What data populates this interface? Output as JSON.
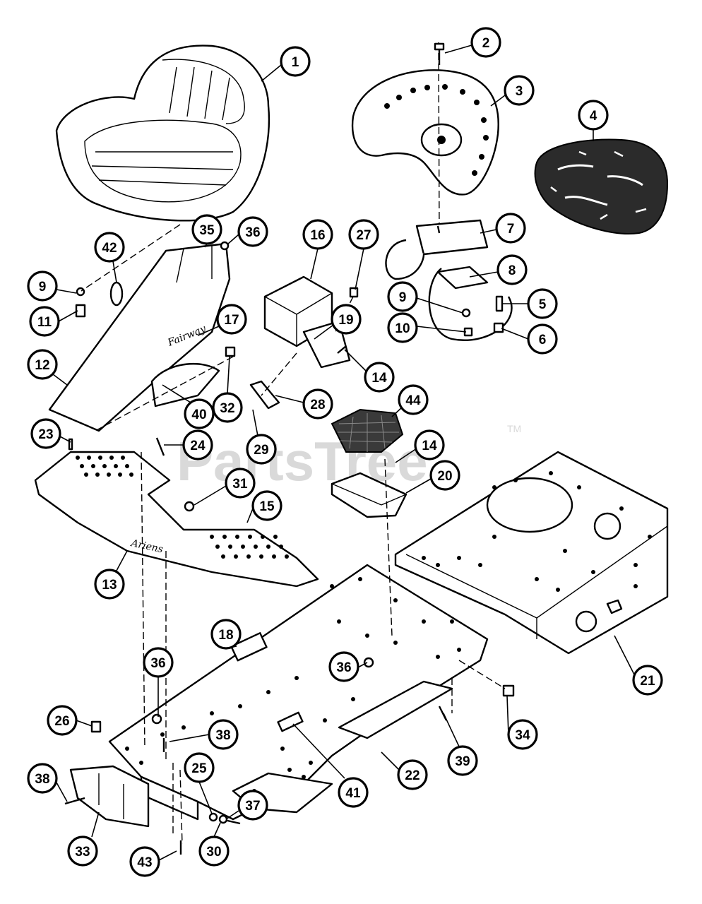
{
  "watermark": {
    "text": "PartsTree",
    "trademark": "TM"
  },
  "decals": {
    "console": "Fairway",
    "footrest": "Ariens"
  },
  "callouts": [
    {
      "label": "1"
    },
    {
      "label": "2"
    },
    {
      "label": "3"
    },
    {
      "label": "4"
    },
    {
      "label": "35"
    },
    {
      "label": "36"
    },
    {
      "label": "42"
    },
    {
      "label": "16"
    },
    {
      "label": "27"
    },
    {
      "label": "7"
    },
    {
      "label": "9"
    },
    {
      "label": "11"
    },
    {
      "label": "17"
    },
    {
      "label": "19"
    },
    {
      "label": "8"
    },
    {
      "label": "9"
    },
    {
      "label": "5"
    },
    {
      "label": "10"
    },
    {
      "label": "6"
    },
    {
      "label": "12"
    },
    {
      "label": "14"
    },
    {
      "label": "40"
    },
    {
      "label": "32"
    },
    {
      "label": "28"
    },
    {
      "label": "44"
    },
    {
      "label": "23"
    },
    {
      "label": "24"
    },
    {
      "label": "29"
    },
    {
      "label": "14"
    },
    {
      "label": "20"
    },
    {
      "label": "31"
    },
    {
      "label": "15"
    },
    {
      "label": "13"
    },
    {
      "label": "18"
    },
    {
      "label": "36"
    },
    {
      "label": "36"
    },
    {
      "label": "21"
    },
    {
      "label": "26"
    },
    {
      "label": "38"
    },
    {
      "label": "34"
    },
    {
      "label": "25"
    },
    {
      "label": "39"
    },
    {
      "label": "38"
    },
    {
      "label": "22"
    },
    {
      "label": "41"
    },
    {
      "label": "37"
    },
    {
      "label": "33"
    },
    {
      "label": "30"
    },
    {
      "label": "43"
    }
  ]
}
